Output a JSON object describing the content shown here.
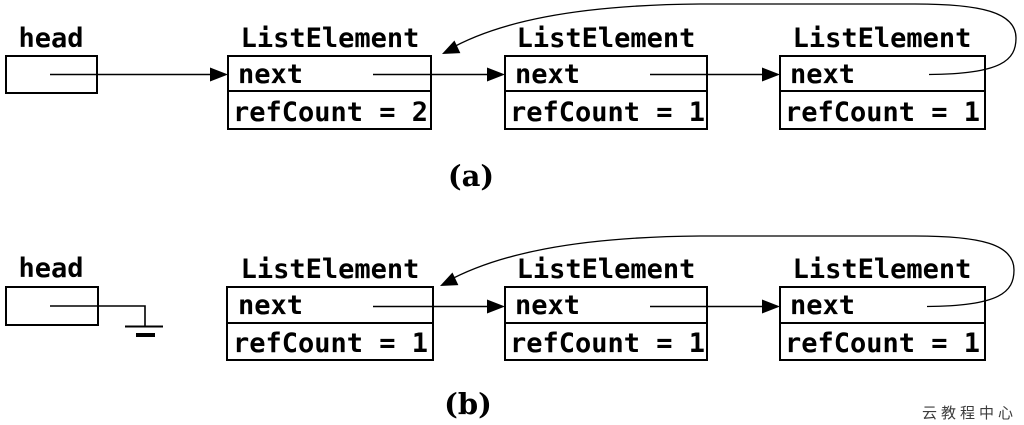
{
  "colors": {
    "ink": "#000000",
    "background": "#ffffff",
    "watermark": "#3d3d3d"
  },
  "watermark": "云教程中心",
  "diagram_a": {
    "caption": "(a)",
    "head_label": "head",
    "edges": [
      "head -> node1",
      "node1.next -> node2",
      "node2.next -> node3",
      "node3.next -> node1 (cycle)"
    ],
    "nodes": [
      {
        "title": "ListElement",
        "pointer_field": "next",
        "refcount_text": "refCount = 2"
      },
      {
        "title": "ListElement",
        "pointer_field": "next",
        "refcount_text": "refCount = 1"
      },
      {
        "title": "ListElement",
        "pointer_field": "next",
        "refcount_text": "refCount = 1"
      }
    ]
  },
  "diagram_b": {
    "caption": "(b)",
    "head_label": "head",
    "edges": [
      "head -> null (ground symbol)",
      "node1.next -> node2",
      "node2.next -> node3",
      "node3.next -> node1 (cycle)"
    ],
    "nodes": [
      {
        "title": "ListElement",
        "pointer_field": "next",
        "refcount_text": "refCount = 1"
      },
      {
        "title": "ListElement",
        "pointer_field": "next",
        "refcount_text": "refCount = 1"
      },
      {
        "title": "ListElement",
        "pointer_field": "next",
        "refcount_text": "refCount = 1"
      }
    ]
  }
}
